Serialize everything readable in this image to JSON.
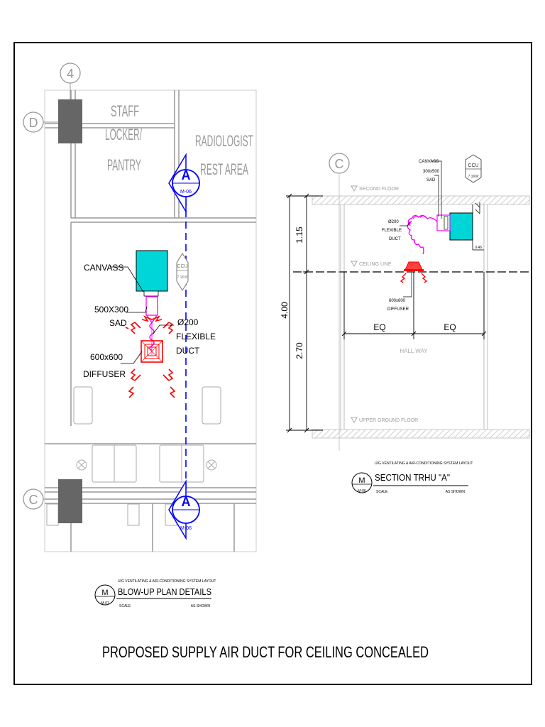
{
  "plan": {
    "grid": {
      "col_4": "4",
      "row_d": "D",
      "row_c": "C"
    },
    "rooms": {
      "staff_locker": [
        "STAFF",
        "LOCKER/",
        "PANTRY"
      ],
      "radiologist": [
        "RADIOLOGIST",
        "REST AREA"
      ]
    },
    "section_marker": {
      "letter": "A",
      "ref": "M-06"
    },
    "ccu": {
      "label": "CCU",
      "capacity": "7.1KW"
    },
    "callouts": {
      "canvass": "CANVASS",
      "sad": [
        "500X300",
        "SAD"
      ],
      "flexible_duct": [
        "Ø200",
        "FLEXIBLE",
        "DUCT"
      ],
      "diffuser": [
        "600x600",
        "DIFFUSER"
      ]
    },
    "title_block": {
      "subtitle": "U/G VENTILATING & AIR-CONDITIONING SYSTEM LAYOUT",
      "title": "BLOW-UP PLAN DETAILS",
      "bubble_letter": "M",
      "bubble_ref": "M-07",
      "scale_label": "SCALE",
      "scale_value": "AS SHOWN"
    }
  },
  "section": {
    "grid": {
      "col_c": "C"
    },
    "levels": {
      "second_floor": "SECOND FLOOR",
      "ceiling_line": "CEILING LINE",
      "upper_ground_floor": "UPPER GROUND FLOOR"
    },
    "dimensions": {
      "upper": "1.15",
      "total": "4.00",
      "lower": "2.70",
      "eq_left": "EQ",
      "eq_right": "EQ",
      "ccu_gap": "0.46"
    },
    "space_label": "HALL WAY",
    "callouts": {
      "canvass": "CANVASS",
      "sad": [
        "300x500",
        "SAD"
      ],
      "flexible_duct": [
        "Ø200",
        "FLEXIBLE",
        "DUCT"
      ],
      "diffuser": [
        "600x600",
        "DIFFUSER"
      ]
    },
    "ccu": {
      "label": "CCU",
      "capacity": "7.1KW"
    },
    "title_block": {
      "subtitle": "U/G VENTILATING & AIR-CONDITIONING SYSTEM LAYOUT",
      "title": "SECTION TRHU \"A\"",
      "bubble_letter": "M",
      "bubble_ref": "M-06",
      "scale_label": "SCALE",
      "scale_value": "AS SHOWN"
    }
  },
  "sheet_title": "PROPOSED SUPPLY AIR DUCT FOR CEILING CONCEALED",
  "colors": {
    "unit_fill": "#00d5d8",
    "duct": "#ff00ff",
    "diffuser": "#ff0000",
    "section_line": "#0000ff",
    "wall_hatch": "#dddddd",
    "column": "#666666"
  }
}
